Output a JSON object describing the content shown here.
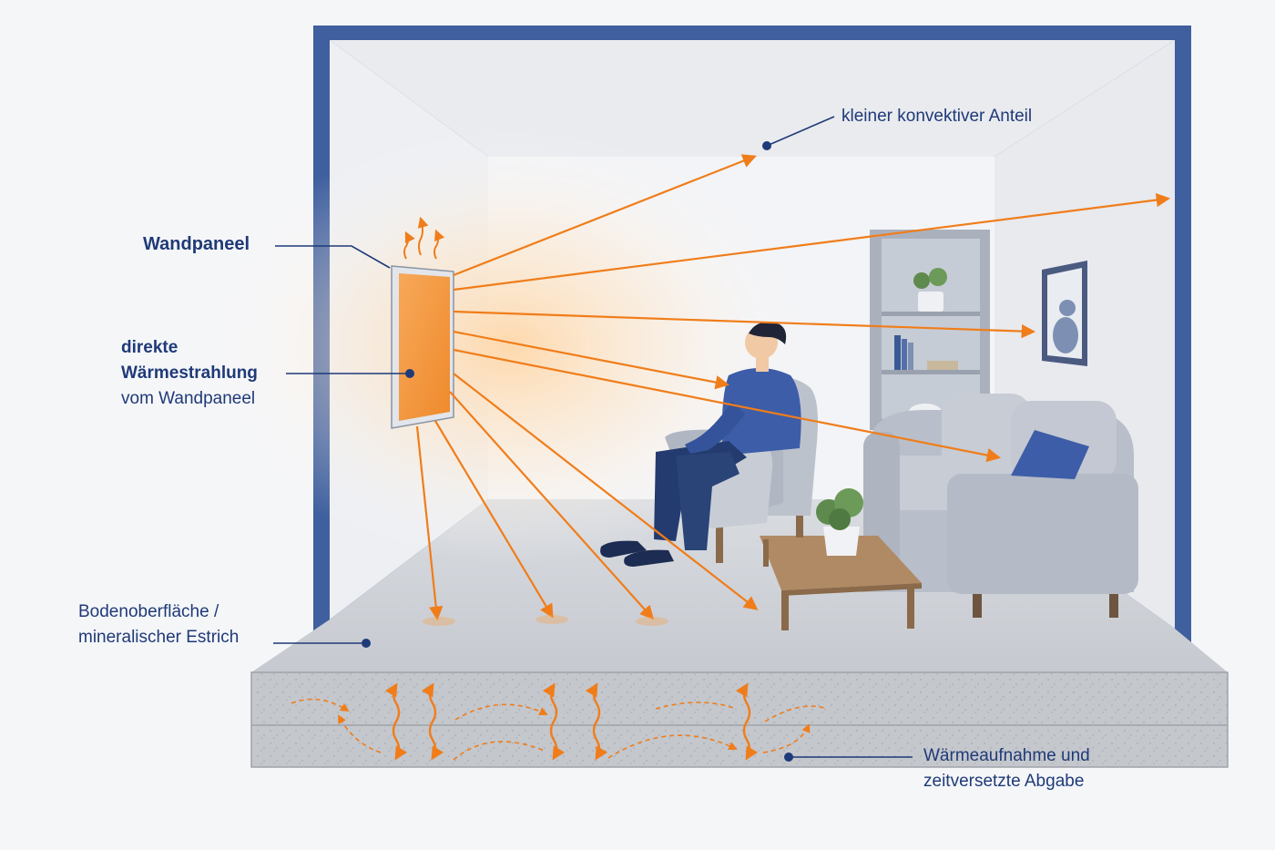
{
  "labels": {
    "panel": "Wandpaneel",
    "radiation": {
      "line1": "direkte",
      "line2": "Wärmestrahlung",
      "line3": "vom Wandpaneel"
    },
    "convective": "kleiner konvektiver Anteil",
    "floor": {
      "line1": "Bodenoberfläche /",
      "line2": "mineralischer Estrich"
    },
    "storage": {
      "line1": "Wärmeaufnahme und",
      "line2": "zeitversetzte Abgabe"
    }
  },
  "colors": {
    "frame": "#3f5f9e",
    "label_text": "#1f3a78",
    "arrow": "#f07d1a",
    "panel_fill": "#f5a04a",
    "wall": "#eef0f4",
    "floor": "#cfd2d7",
    "sofa": "#b9bfca",
    "person_shirt": "#3d5da8"
  }
}
